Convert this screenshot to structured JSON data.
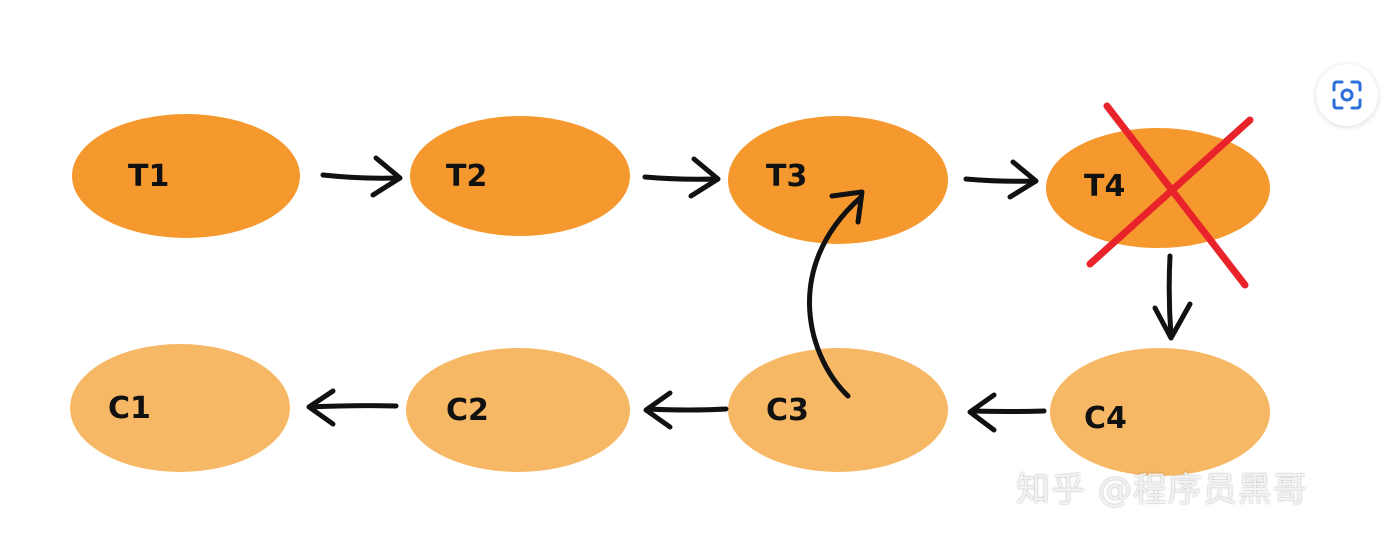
{
  "colors": {
    "top_node_fill": "#f5992f",
    "bottom_node_fill": "#f7b865",
    "arrow_stroke": "#111111",
    "cross_stroke": "#e8232a",
    "lens_icon": "#2b6fd8"
  },
  "nodes": {
    "t1": "T1",
    "t2": "T2",
    "t3": "T3",
    "t4": "T4",
    "c1": "C1",
    "c2": "C2",
    "c3": "C3",
    "c4": "C4"
  },
  "watermark": "知乎 @程序员黑哥",
  "icons": {
    "lens": "visual-search-icon",
    "cross": "cross-out-icon"
  }
}
